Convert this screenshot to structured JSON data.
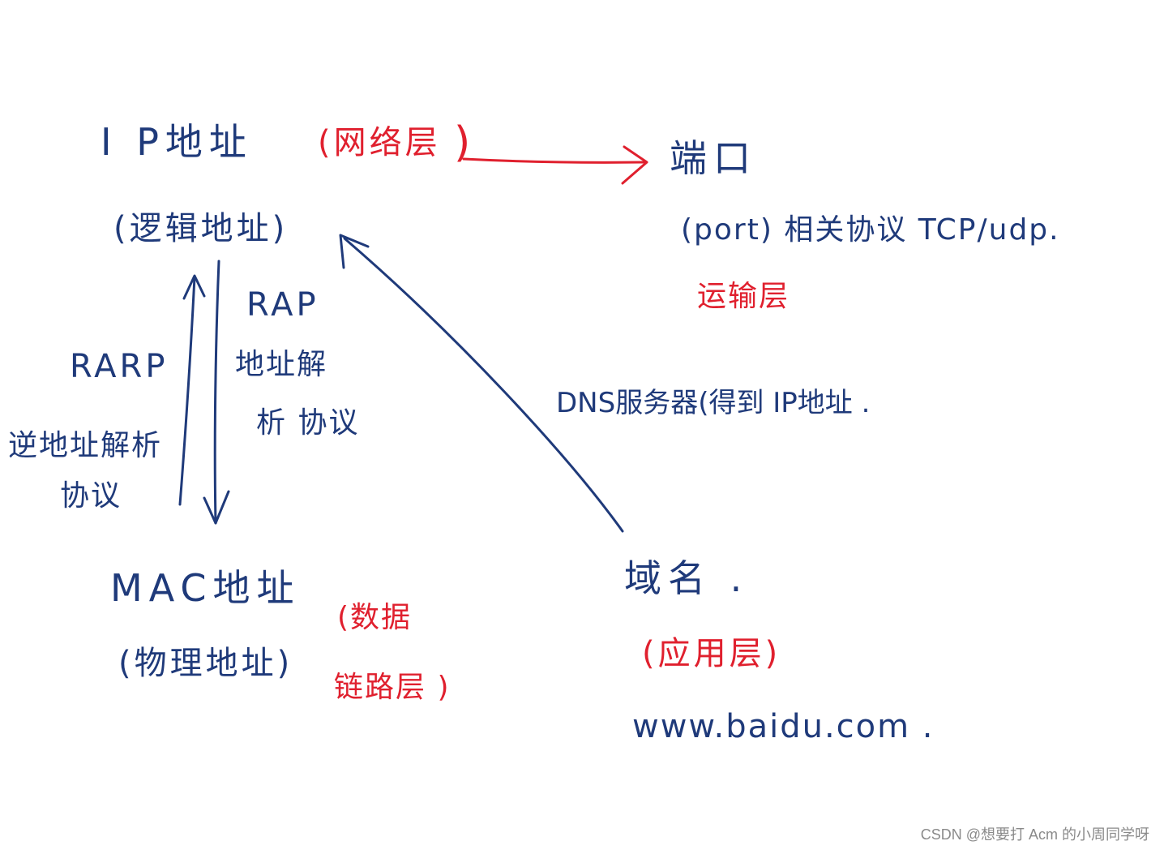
{
  "nodes": {
    "ip_title": "I P地址",
    "ip_layer": "(网络层",
    "ip_sub": "(逻辑地址)",
    "port_title": "端口",
    "port_desc": "(port) 相关协议 TCP/udp.",
    "port_layer": "运输层",
    "rap_title": "RAP",
    "rap_desc_1": "地址解",
    "rap_desc_2": "析 协议",
    "rarp_title": "RARP",
    "rarp_desc_1": "逆地址解析",
    "rarp_desc_2": "协议",
    "dns_desc": "DNS服务器(得到 IP地址 .",
    "mac_title": "MAC地址",
    "mac_sub": "(物理地址)",
    "mac_layer_1": "(数据",
    "mac_layer_2": "链路层 )",
    "domain_title": "域名 .",
    "domain_layer": "(应用层)",
    "domain_example": "www.baidu.com ."
  },
  "colors": {
    "ink_blue": "#1f3a7a",
    "ink_red": "#e0202e"
  },
  "watermark": "CSDN @想要打 Acm 的小周同学呀"
}
